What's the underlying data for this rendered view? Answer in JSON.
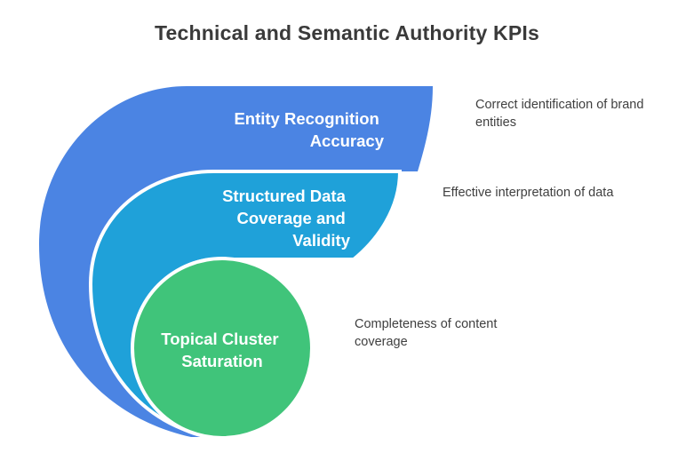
{
  "title": "Technical and Semantic Authority KPIs",
  "colors": {
    "outer": "#4b84e3",
    "middle": "#1fa1d9",
    "inner": "#40c47a"
  },
  "segments": [
    {
      "label_lines": [
        "Entity Recognition",
        "Accuracy"
      ],
      "description": "Correct identification of brand entities"
    },
    {
      "label_lines": [
        "Structured Data",
        "Coverage and",
        "Validity"
      ],
      "description": "Effective interpretation of data"
    },
    {
      "label_lines": [
        "Topical Cluster",
        "Saturation"
      ],
      "description": "Completeness of content coverage"
    }
  ]
}
